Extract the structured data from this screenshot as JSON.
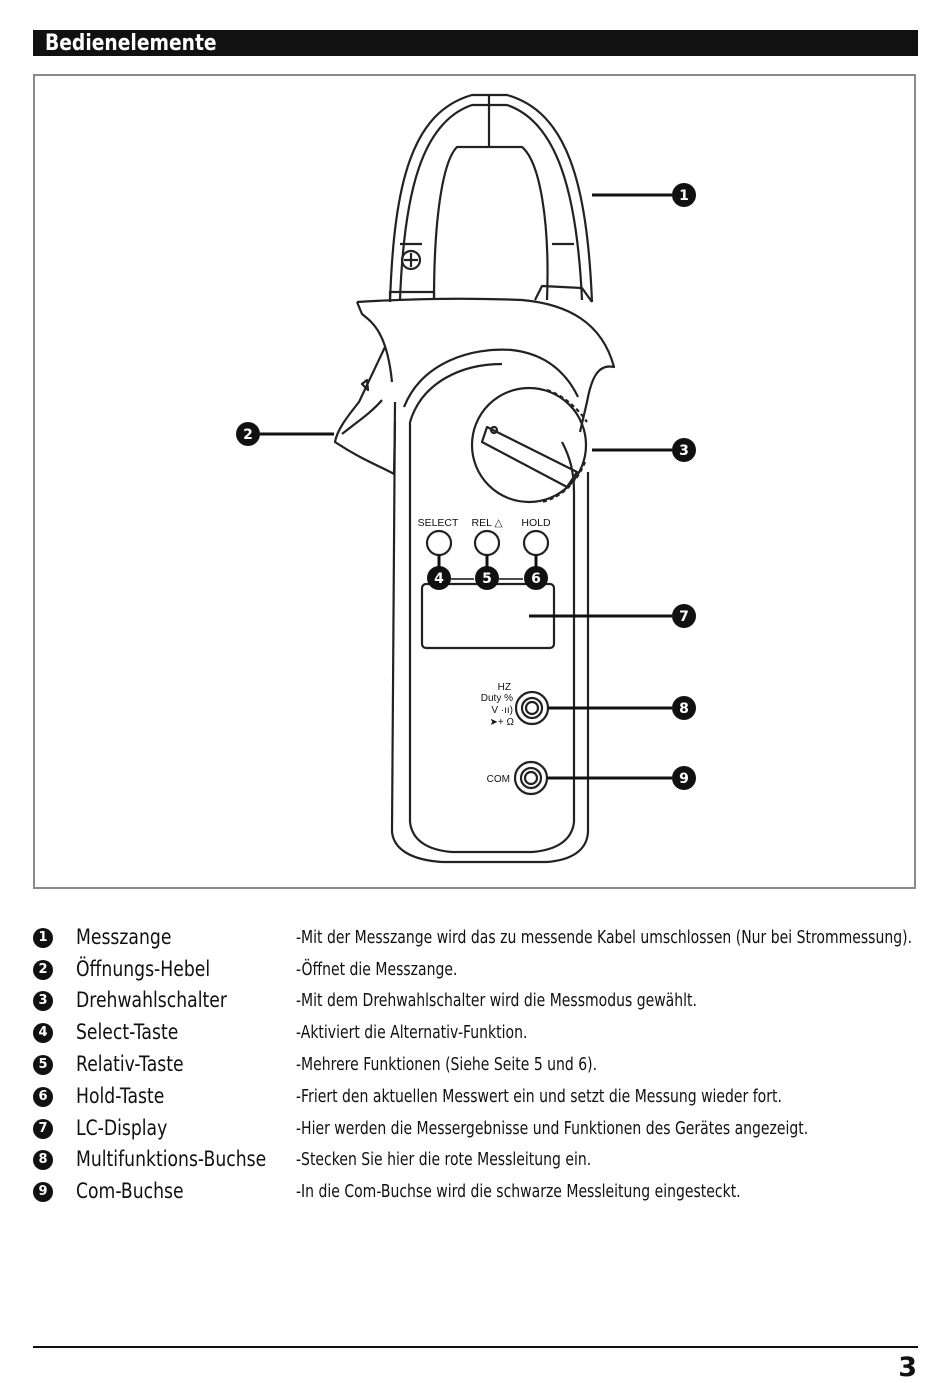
{
  "header": {
    "title": "Bedienelemente"
  },
  "figure": {
    "button_labels": {
      "select": "SELECT",
      "rel": "REL △",
      "hold": "HOLD"
    },
    "jack_labels": {
      "hz": "HZ",
      "duty": "Duty %",
      "volt": "V ·ıı)",
      "diode_ohm": "➤+ Ω",
      "com": "COM"
    },
    "callouts": [
      "1",
      "2",
      "3",
      "4",
      "5",
      "6",
      "7",
      "8",
      "9"
    ]
  },
  "legend": [
    {
      "num": "1",
      "name": "Messzange",
      "desc": "-Mit der Messzange wird das zu messende Kabel umschlossen (Nur bei Strommessung)."
    },
    {
      "num": "2",
      "name": "Öffnungs-Hebel",
      "desc": "-Öffnet die Messzange."
    },
    {
      "num": "3",
      "name": "Drehwahlschalter",
      "desc": "-Mit dem Drehwahlschalter wird die Messmodus gewählt."
    },
    {
      "num": "4",
      "name": "Select-Taste",
      "desc": "-Aktiviert die Alternativ-Funktion."
    },
    {
      "num": "5",
      "name": "Relativ-Taste",
      "desc": "-Mehrere Funktionen (Siehe Seite 5 und 6)."
    },
    {
      "num": "6",
      "name": "Hold-Taste",
      "desc": "-Friert den aktuellen Messwert ein und setzt die Messung wieder fort."
    },
    {
      "num": "7",
      "name": "LC-Display",
      "desc": "-Hier werden die Messergebnisse und Funktionen des Gerätes angezeigt."
    },
    {
      "num": "8",
      "name": "Multifunktions-Buchse",
      "desc": "-Stecken Sie hier die rote Messleitung ein."
    },
    {
      "num": "9",
      "name": "Com-Buchse",
      "desc": "-In die Com-Buchse wird die schwarze Messleitung eingesteckt."
    }
  ],
  "footer": {
    "page_number": "3"
  }
}
